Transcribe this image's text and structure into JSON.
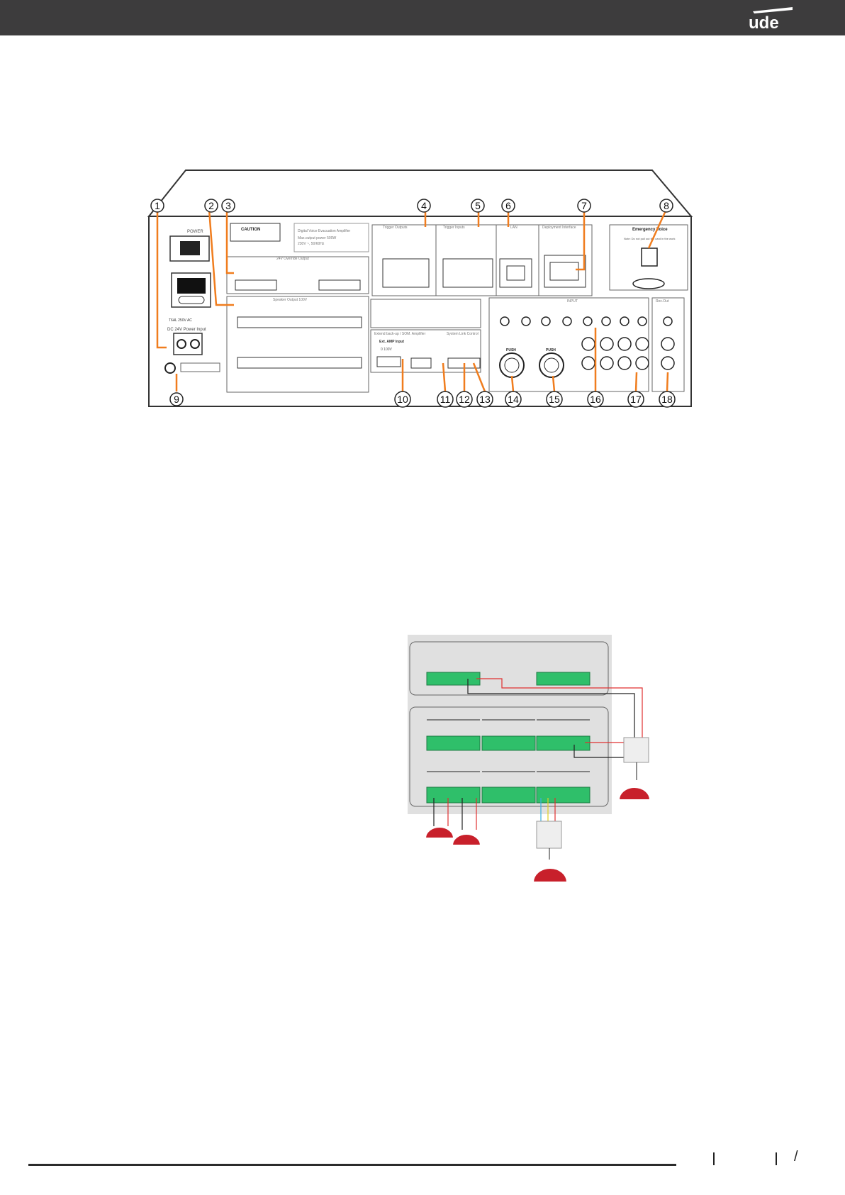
{
  "header": {
    "brand": "ude",
    "accent": "#f07d1e"
  },
  "callouts": [
    "1",
    "2",
    "3",
    "4",
    "5",
    "6",
    "7",
    "8",
    "9",
    "10",
    "11",
    "12",
    "13",
    "14",
    "15",
    "16",
    "17",
    "18"
  ],
  "panel": {
    "power": "POWER",
    "caution": "CAUTION",
    "device_title": "Digital Voice Evacuation Amplifier",
    "max_power": "Max.output power 500W",
    "voltage": "230V ~, 50/60Hz",
    "override": "24V Override Output",
    "trigger_outputs": "Trigger Outputs",
    "trigger_inputs": "Trigger Inputs",
    "lan": "LAN",
    "deployment": "Deployment Interface",
    "emergency": "Emergency Voice",
    "emergency_note": "Note: Do not pull out the card in the work",
    "speaker_output": "Speaker Output 100V",
    "dc_power": "DC 24V Power Input",
    "ext_amp": "Ext. AMP Input",
    "ext_amp_voltage": "0 100V",
    "backup": "Extend back-up / SOM. Amplifier",
    "system_link": "System Link Control",
    "input": "INPUT",
    "rec_out": "Rec.Out",
    "push": "PUSH",
    "fuse": "T6AL 250V AC"
  },
  "diagram": {
    "speaker_color": "#c8202b",
    "terminal_color": "#2fbf6a",
    "wire_red": "#e03030",
    "wire_black": "#222222"
  }
}
